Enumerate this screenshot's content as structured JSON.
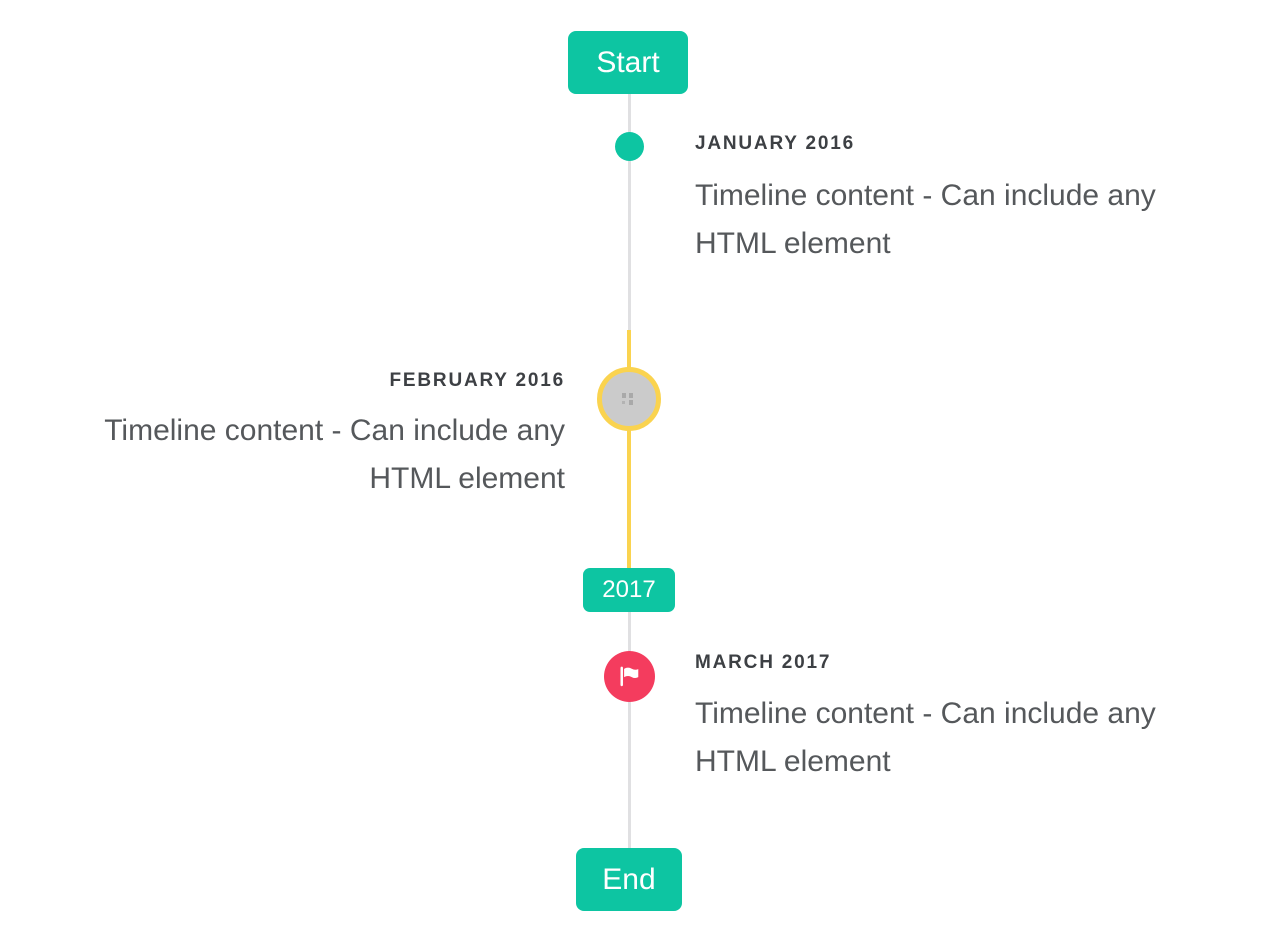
{
  "colors": {
    "teal": "#0dc5a2",
    "yellow": "#fad34f",
    "red": "#f43c5e",
    "line-gray": "#e0e0e2",
    "circle-gray": "#cbcbcb",
    "title-text": "#3d4044",
    "content-text": "#55585b",
    "badge-text": "#ffffff",
    "bg": "#ffffff",
    "broken-icon": "#a3a3a3"
  },
  "timeline": {
    "start_badge": "Start",
    "year_badge": "2017",
    "end_badge": "End",
    "items": [
      {
        "title": "JANUARY 2016",
        "content": "Timeline content - Can include any HTML element",
        "side": "right",
        "marker": "teal-dot"
      },
      {
        "title": "FEBRUARY 2016",
        "content": "Timeline content - Can include any HTML element",
        "side": "left",
        "marker": "gray-circle-broken-image"
      },
      {
        "title": "MARCH 2017",
        "content": "Timeline content - Can include any HTML element",
        "side": "right",
        "marker": "red-flag"
      }
    ]
  }
}
